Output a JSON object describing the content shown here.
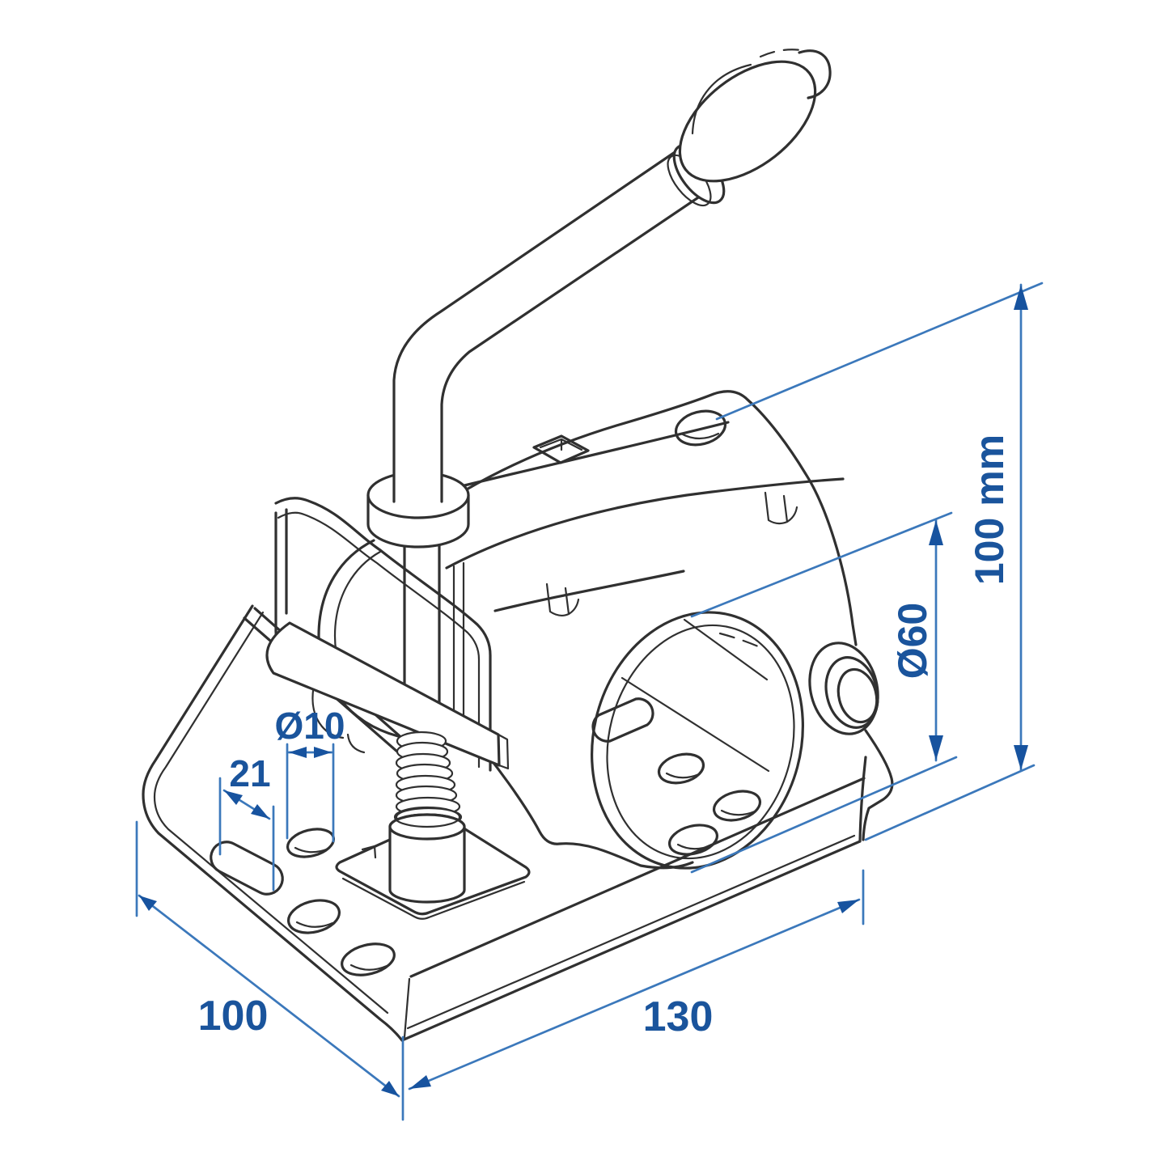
{
  "figure": {
    "type": "isometric-technical-drawing",
    "subject": "jockey wheel clamp bracket",
    "background": "#ffffff",
    "colors": {
      "line": "#303030",
      "dim_line": "#3b78bb",
      "dim_accent": "#17539f",
      "dim_text": "#1a549c"
    }
  },
  "dimensions": {
    "height": {
      "label": "100 mm",
      "meaning": "overall height"
    },
    "tube_diameter": {
      "label": "Ø60",
      "meaning": "clamp tube diameter"
    },
    "hole_diameter": {
      "label": "Ø10",
      "meaning": "base hole diameter"
    },
    "slot_pitch": {
      "label": "21",
      "meaning": "slot length"
    },
    "base_width": {
      "label": "100",
      "meaning": "base depth"
    },
    "base_length": {
      "label": "130",
      "meaning": "base length"
    }
  }
}
